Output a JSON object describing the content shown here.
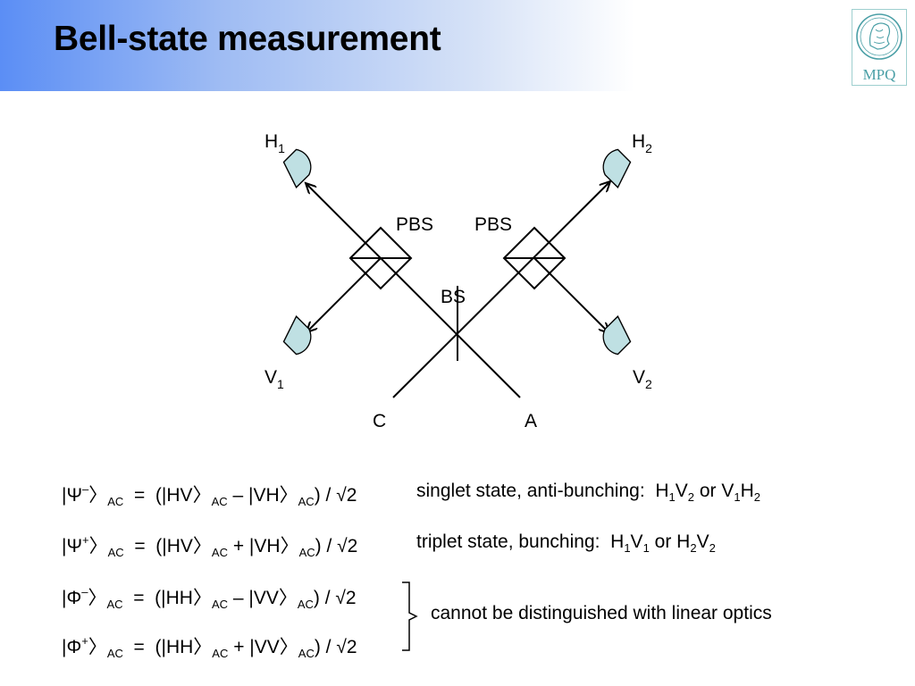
{
  "title": "Bell-state measurement",
  "logo": {
    "text": "MPQ",
    "color": "#4a9fa6"
  },
  "diagram": {
    "detectors": [
      {
        "id": "H1",
        "label": "H",
        "sub": "1"
      },
      {
        "id": "H2",
        "label": "H",
        "sub": "2"
      },
      {
        "id": "V1",
        "label": "V",
        "sub": "1"
      },
      {
        "id": "V2",
        "label": "V",
        "sub": "2"
      }
    ],
    "pbs_left": "PBS",
    "pbs_right": "PBS",
    "bs": "BS",
    "input_c": "C",
    "input_a": "A",
    "detector_fill": "#bfe0e3"
  },
  "states": [
    {
      "greek": "Ψ",
      "sign": "–",
      "op": "–",
      "lhs_a": "HV",
      "lhs_b": "VH",
      "ac": "AC",
      "tail": ") / √2"
    },
    {
      "greek": "Ψ",
      "sign": "+",
      "op": "+",
      "lhs_a": "HV",
      "lhs_b": "VH",
      "ac": "AC",
      "tail": ") / √2"
    },
    {
      "greek": "Φ",
      "sign": "–",
      "op": "–",
      "lhs_a": "HH",
      "lhs_b": "VV",
      "ac": "AC",
      "tail": ") / √2"
    },
    {
      "greek": "Φ",
      "sign": "+",
      "op": "+",
      "lhs_a": "HH",
      "lhs_b": "VV",
      "ac": "AC",
      "tail": ") / √2"
    }
  ],
  "descriptions": {
    "singlet_text": "singlet state, anti-bunching:",
    "singlet_a": [
      "H",
      "1",
      "V",
      "2"
    ],
    "singlet_or": "or",
    "singlet_b": [
      "V",
      "1",
      "H",
      "2"
    ],
    "triplet_text": "triplet state, bunching:",
    "triplet_a": [
      "H",
      "1",
      "V",
      "1"
    ],
    "triplet_or": "or",
    "triplet_b": [
      "H",
      "2",
      "V",
      "2"
    ],
    "linear": "cannot be distinguished with linear optics"
  }
}
